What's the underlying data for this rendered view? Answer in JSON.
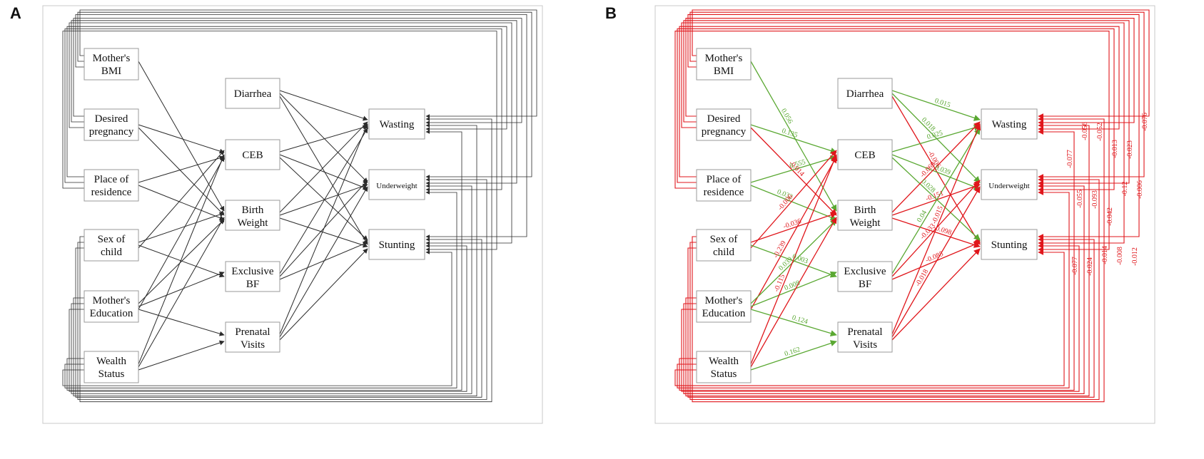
{
  "panels": {
    "A": {
      "letter": "A"
    },
    "B": {
      "letter": "B"
    }
  },
  "colors": {
    "neutral": "#2b2b2b",
    "positive": "#5aa832",
    "negative": "#e0161b"
  },
  "nodes": [
    {
      "id": "mbmi",
      "lines": [
        "Mother's",
        "BMI"
      ]
    },
    {
      "id": "desired",
      "lines": [
        "Desired",
        "pregnancy"
      ]
    },
    {
      "id": "place",
      "lines": [
        "Place of",
        "residence"
      ]
    },
    {
      "id": "sex",
      "lines": [
        "Sex of",
        "child"
      ]
    },
    {
      "id": "medu",
      "lines": [
        "Mother's",
        "Education"
      ]
    },
    {
      "id": "wealth",
      "lines": [
        "Wealth",
        "Status"
      ]
    },
    {
      "id": "diarrhea",
      "lines": [
        "Diarrhea"
      ]
    },
    {
      "id": "ceb",
      "lines": [
        "CEB"
      ]
    },
    {
      "id": "bw",
      "lines": [
        "Birth",
        "Weight"
      ]
    },
    {
      "id": "ebf",
      "lines": [
        "Exclusive",
        "BF"
      ]
    },
    {
      "id": "prenatal",
      "lines": [
        "Prenatal",
        "Visits"
      ]
    },
    {
      "id": "wasting",
      "lines": [
        "Wasting"
      ]
    },
    {
      "id": "underweight",
      "lines": [
        "Underweight"
      ]
    },
    {
      "id": "stunting",
      "lines": [
        "Stunting"
      ]
    }
  ],
  "edges": [
    {
      "from": "mbmi",
      "to": "bw",
      "coef": "0.056",
      "sign": "+"
    },
    {
      "from": "desired",
      "to": "ceb",
      "coef": "0.135",
      "sign": "+"
    },
    {
      "from": "desired",
      "to": "bw",
      "coef": "-0.014",
      "sign": "-"
    },
    {
      "from": "place",
      "to": "ceb",
      "coef": "0.555",
      "sign": "+"
    },
    {
      "from": "place",
      "to": "bw",
      "coef": "0.032",
      "sign": "+"
    },
    {
      "from": "sex",
      "to": "ceb",
      "coef": "-0.006",
      "sign": "-"
    },
    {
      "from": "sex",
      "to": "bw",
      "coef": "-0.036",
      "sign": "-"
    },
    {
      "from": "sex",
      "to": "ebf",
      "coef": "0.003",
      "sign": "+"
    },
    {
      "from": "medu",
      "to": "ceb",
      "coef": "-0.239",
      "sign": "-"
    },
    {
      "from": "medu",
      "to": "bw",
      "coef": "0.039",
      "sign": "+"
    },
    {
      "from": "medu",
      "to": "ebf",
      "coef": "0.008",
      "sign": "+"
    },
    {
      "from": "medu",
      "to": "prenatal",
      "coef": "0.124",
      "sign": "+"
    },
    {
      "from": "wealth",
      "to": "ceb",
      "coef": "-0.115",
      "sign": "-"
    },
    {
      "from": "wealth",
      "to": "bw",
      "coef": "",
      "sign": "-"
    },
    {
      "from": "wealth",
      "to": "prenatal",
      "coef": "0.162",
      "sign": "+"
    },
    {
      "from": "diarrhea",
      "to": "wasting",
      "coef": "0.015",
      "sign": "+"
    },
    {
      "from": "diarrhea",
      "to": "underweight",
      "coef": "0.018",
      "sign": "+"
    },
    {
      "from": "diarrhea",
      "to": "stunting",
      "coef": "-0.006",
      "sign": "-"
    },
    {
      "from": "ceb",
      "to": "wasting",
      "coef": "0.025",
      "sign": "+"
    },
    {
      "from": "ceb",
      "to": "underweight",
      "coef": "0.039",
      "sign": "+"
    },
    {
      "from": "ceb",
      "to": "stunting",
      "coef": "0.028",
      "sign": "+"
    },
    {
      "from": "bw",
      "to": "wasting",
      "coef": "-0.069",
      "sign": "-"
    },
    {
      "from": "bw",
      "to": "underweight",
      "coef": "-0.151",
      "sign": "-"
    },
    {
      "from": "bw",
      "to": "stunting",
      "coef": "-0.098",
      "sign": "-"
    },
    {
      "from": "ebf",
      "to": "wasting",
      "coef": "0.04",
      "sign": "+"
    },
    {
      "from": "ebf",
      "to": "underweight",
      "coef": "-0.033",
      "sign": "-"
    },
    {
      "from": "ebf",
      "to": "stunting",
      "coef": "-0.085",
      "sign": "-"
    },
    {
      "from": "prenatal",
      "to": "wasting",
      "coef": "-0.015",
      "sign": "-"
    },
    {
      "from": "prenatal",
      "to": "underweight",
      "coef": "-0.018",
      "sign": "-"
    },
    {
      "from": "prenatal",
      "to": "stunting",
      "coef": "",
      "sign": "-"
    }
  ],
  "direct_labels": [
    "-0.076",
    "-0.006",
    "-0.012",
    "-0.023",
    "-0.12",
    "-0.008",
    "-0.013",
    "-0.042",
    "-0.014",
    "-0.052",
    "-0.093",
    "-0.024",
    "-0.056",
    "-0.055",
    "-0.077",
    "-0.077"
  ]
}
